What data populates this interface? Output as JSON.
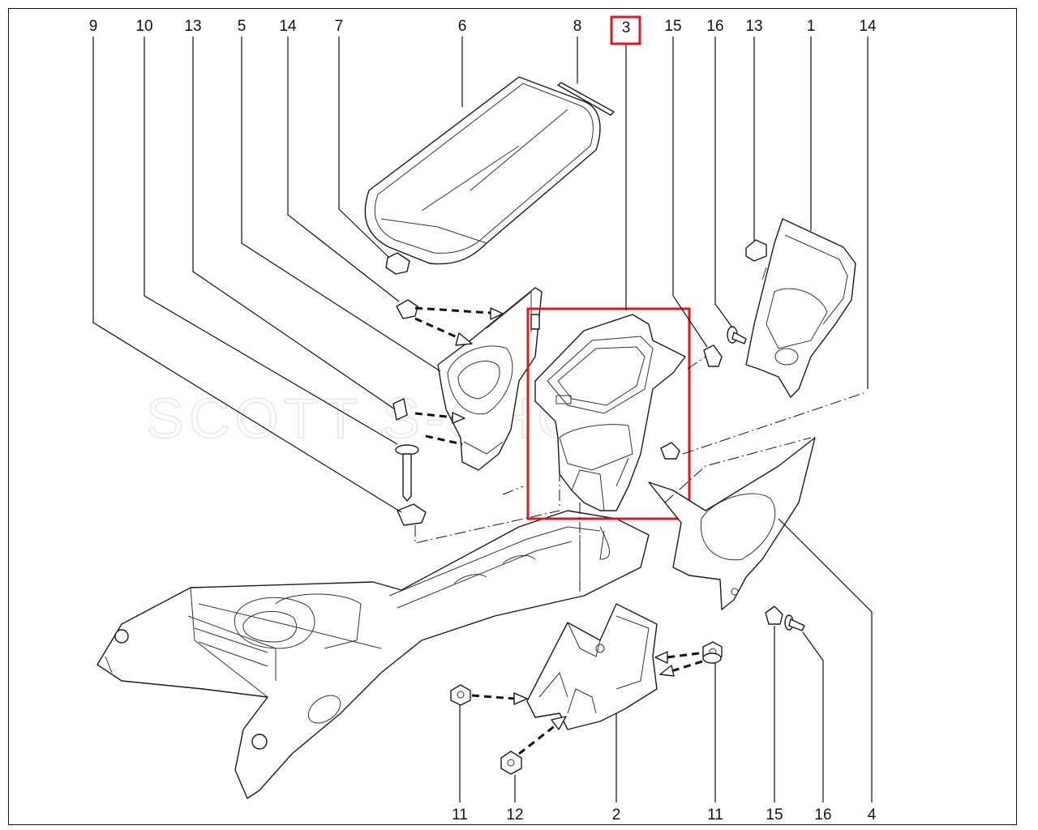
{
  "callouts": [
    {
      "id": "c9",
      "label": "9"
    },
    {
      "id": "c10",
      "label": "10"
    },
    {
      "id": "c13a",
      "label": "13"
    },
    {
      "id": "c5",
      "label": "5"
    },
    {
      "id": "c14a",
      "label": "14"
    },
    {
      "id": "c7",
      "label": "7"
    },
    {
      "id": "c6",
      "label": "6"
    },
    {
      "id": "c8",
      "label": "8"
    },
    {
      "id": "c3",
      "label": "3"
    },
    {
      "id": "c15a",
      "label": "15"
    },
    {
      "id": "c16a",
      "label": "16"
    },
    {
      "id": "c13b",
      "label": "13"
    },
    {
      "id": "c1",
      "label": "1"
    },
    {
      "id": "c14b",
      "label": "14"
    },
    {
      "id": "c11a",
      "label": "11"
    },
    {
      "id": "c12",
      "label": "12"
    },
    {
      "id": "c2",
      "label": "2"
    },
    {
      "id": "c11b",
      "label": "11"
    },
    {
      "id": "c15b",
      "label": "15"
    },
    {
      "id": "c16b",
      "label": "16"
    },
    {
      "id": "c4",
      "label": "4"
    }
  ],
  "highlighted_part": "3",
  "highlight_color": "#e0181e",
  "watermark": "SCOTT S-SHOP"
}
